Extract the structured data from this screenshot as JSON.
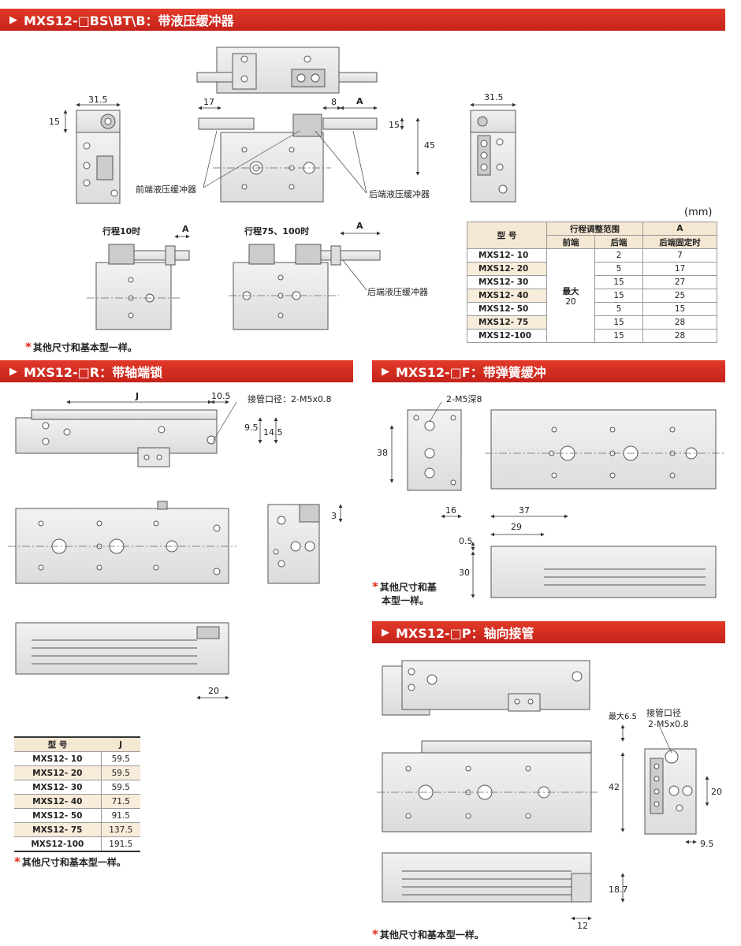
{
  "sections": {
    "bs": {
      "title": "MXS12-□BS\\BT\\B：带液压缓冲器"
    },
    "r": {
      "title": "MXS12-□R：带轴端锁"
    },
    "f": {
      "title": "MXS12-□F：带弹簧缓冲"
    },
    "p": {
      "title": "MXS12-□P：轴向接管"
    }
  },
  "labels": {
    "d31_5a": "31.5",
    "d15a": "15",
    "d17": "17",
    "d8": "8",
    "dA1": "A",
    "d15b": "15",
    "d45": "45",
    "d31_5b": "31.5",
    "front_buffer": "前端液压缓冲器",
    "rear_buffer1": "后端液压缓冲器",
    "stroke10": "行程10时",
    "dA2": "A",
    "stroke75": "行程75、100时",
    "dA3": "A",
    "rear_buffer2": "后端液压缓冲器",
    "dJ": "J",
    "d10_5": "10.5",
    "port1": "接管口径：2-M5x0.8",
    "d9_5a": "9.5",
    "d14_5": "14.5",
    "d3": "3",
    "d20a": "20",
    "m5deep": "2-M5深8",
    "d38": "38",
    "d16": "16",
    "d37": "37",
    "d29": "29",
    "d0_5": "0.5",
    "d30": "30",
    "max6_5": "最大6.5",
    "port2a": "接管口径",
    "port2b": "2-M5x0.8",
    "d42": "42",
    "d20b": "20",
    "d9_5b": "9.5",
    "d18_7": "18.7",
    "d12": "12"
  },
  "notes": {
    "n1": "其他尺寸和基本型一样。",
    "n2a": "其他尺寸和基",
    "n2b": "本型一样。",
    "n3": "其他尺寸和基本型一样。",
    "n4": "其他尺寸和基本型一样。"
  },
  "stroke_table": {
    "unit": "(mm)",
    "h_model": "型 号",
    "h_range": "行程调整范围",
    "h_A": "A",
    "h_front": "前端",
    "h_rear": "后端",
    "h_Afixed": "后端固定时",
    "front_merged": "最大",
    "front_merged2": "20",
    "rows": [
      {
        "model": "MXS12- 10",
        "rear": "2",
        "A": "7"
      },
      {
        "model": "MXS12- 20",
        "rear": "5",
        "A": "17"
      },
      {
        "model": "MXS12- 30",
        "rear": "15",
        "A": "27"
      },
      {
        "model": "MXS12- 40",
        "rear": "15",
        "A": "25"
      },
      {
        "model": "MXS12- 50",
        "rear": "5",
        "A": "15"
      },
      {
        "model": "MXS12- 75",
        "rear": "15",
        "A": "28"
      },
      {
        "model": "MXS12-100",
        "rear": "15",
        "A": "28"
      }
    ]
  },
  "j_table": {
    "h_model": "型 号",
    "h_J": "J",
    "rows": [
      {
        "model": "MXS12- 10",
        "J": "59.5"
      },
      {
        "model": "MXS12- 20",
        "J": "59.5"
      },
      {
        "model": "MXS12- 30",
        "J": "59.5"
      },
      {
        "model": "MXS12- 40",
        "J": "71.5"
      },
      {
        "model": "MXS12- 50",
        "J": "91.5"
      },
      {
        "model": "MXS12- 75",
        "J": "137.5"
      },
      {
        "model": "MXS12-100",
        "J": "191.5"
      }
    ]
  },
  "colors": {
    "banner": "#d42a1e",
    "accent_star": "#e0281c",
    "table_fill": "#f5e8d3"
  }
}
